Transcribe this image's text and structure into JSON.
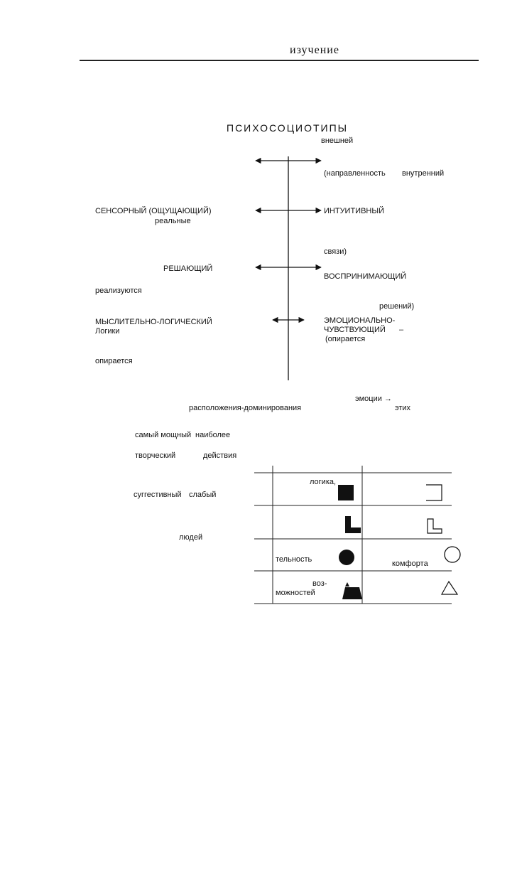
{
  "header": {
    "running_title": "изучение"
  },
  "title": "ПСИХОСОЦИОТИПЫ",
  "axes": {
    "a1_right_top": "внешней",
    "a1_right_mid": "(направленность",
    "a1_right_far": "внутренний",
    "a2_left": "СЕНСОРНЫЙ (ОЩУЩАЮЩИЙ)",
    "a2_left_sub": "реальные",
    "a2_right": "ИНТУИТИВНЫЙ",
    "a2_right_sub": "связи)",
    "a3_left": "РЕШАЮЩИЙ",
    "a3_left_sub": "реализуются",
    "a3_right": "ВОСПРИНИМАЮЩИЙ",
    "a3_right_sub": "решений)",
    "a4_left": "МЫСЛИТЕЛЬНО-ЛОГИЧЕСКИЙ",
    "a4_left_sub": "Логики",
    "a4_left_sub2": "опирается",
    "a4_right_1": "ЭМОЦИОНАЛЬНО-",
    "a4_right_2": "ЧУВСТВУЮЩИЙ",
    "a4_right_dash": "–",
    "a4_right_sub": "(опирается"
  },
  "body_text": {
    "emotions": "эмоции →",
    "arrangement": "расположения-доминирования",
    "these": "этих",
    "most_powerful": "самый мощный",
    "most": "наиболее",
    "creative": "творческий",
    "action": "действия",
    "suggestive": "суггестивный",
    "weak": "слабый",
    "people": "людей"
  },
  "table_labels": {
    "logic": "логика,",
    "activity": "тельность",
    "comfort": "комфорта",
    "possibilities_1": "воз-",
    "possibilities_2": "можностей"
  },
  "icons": [
    "filled-square",
    "outline-square",
    "filled-l-shape",
    "outline-l-shape",
    "filled-circle",
    "outline-circle",
    "filled-triangle",
    "outline-triangle"
  ]
}
